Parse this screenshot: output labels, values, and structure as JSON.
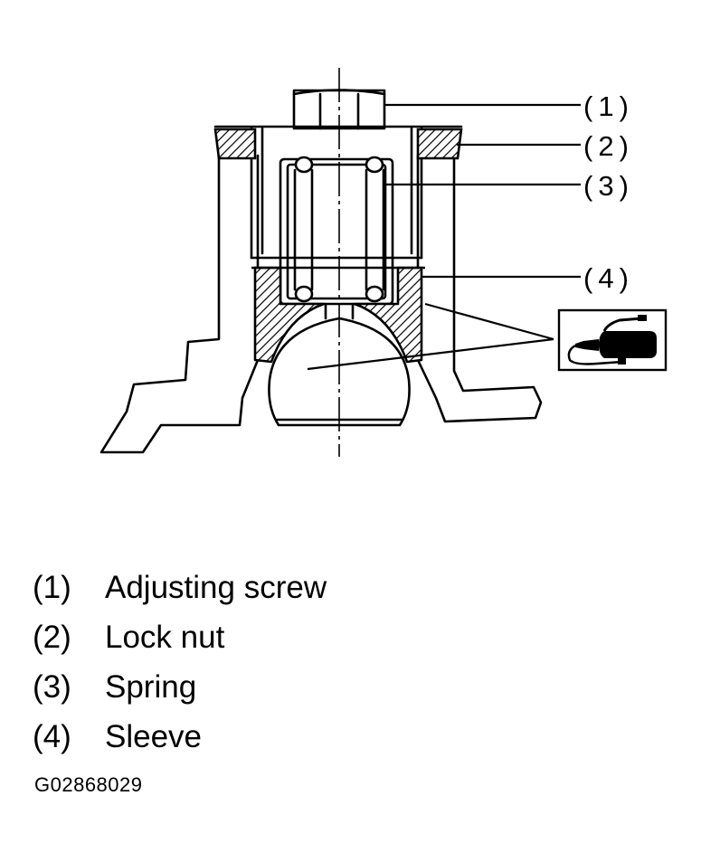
{
  "callouts": [
    "(1)",
    "(2)",
    "(3)",
    "(4)"
  ],
  "legend": [
    {
      "num": "(1)",
      "text": "Adjusting screw"
    },
    {
      "num": "(2)",
      "text": "Lock nut"
    },
    {
      "num": "(3)",
      "text": "Spring"
    },
    {
      "num": "(4)",
      "text": "Sleeve"
    }
  ],
  "figure_id": "G02868029",
  "icons": {
    "grease": "grease-tube-icon"
  }
}
